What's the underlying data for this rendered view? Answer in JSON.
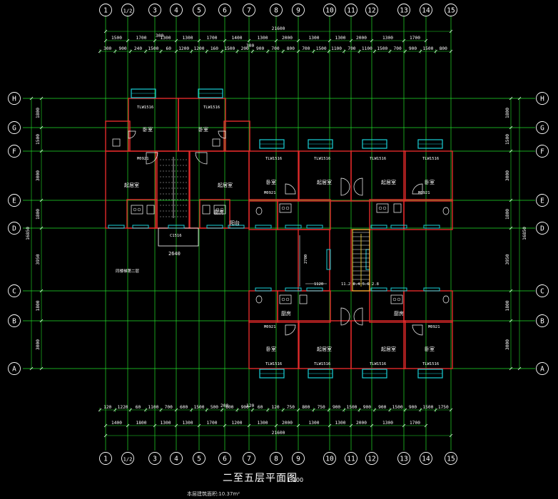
{
  "drawing": {
    "title": "二至五层平面图",
    "scale": "1:100",
    "area_note": "本层建筑面积:10.37m²"
  },
  "axes": {
    "columns": [
      "1",
      "1/2",
      "3",
      "4",
      "5",
      "6",
      "7",
      "8",
      "9",
      "10",
      "11",
      "12",
      "13",
      "14",
      "15"
    ],
    "rows": [
      "H",
      "G",
      "F",
      "E",
      "D",
      "C",
      "B",
      "A"
    ]
  },
  "dimensions": {
    "top_total": "21600",
    "top_bays": [
      "1500",
      "1700",
      "1300",
      "1300",
      "1700",
      "1400",
      "1300",
      "2000",
      "1300",
      "1300",
      "2000",
      "1300",
      "1700"
    ],
    "top_mid_labels": [
      "300",
      "300"
    ],
    "top_details": [
      "300",
      "900",
      "240",
      "1500",
      "60",
      "1200",
      "1200",
      "160",
      "1500",
      "200",
      "900",
      "700",
      "800",
      "700",
      "1500",
      "1100",
      "700",
      "1100",
      "1500",
      "700",
      "900",
      "1500",
      "800"
    ],
    "bottom_total": "21600",
    "bottom_bays": [
      "1400",
      "1800",
      "1300",
      "1300",
      "1700",
      "1200",
      "1300",
      "2000",
      "1300",
      "1300",
      "2000",
      "1300",
      "1700"
    ],
    "bottom_mid_labels": [
      "200",
      "120"
    ],
    "bottom_details": [
      "120",
      "1220",
      "60",
      "1100",
      "700",
      "600",
      "1500",
      "500",
      "600",
      "900",
      "60",
      "120",
      "750",
      "800",
      "750",
      "900",
      "1500",
      "900",
      "900",
      "1500",
      "900",
      "1500",
      "1750"
    ],
    "left_total": "16850",
    "left_segments": [
      "1800",
      "1500",
      "3000",
      "1800",
      "3950",
      "1800",
      "3000"
    ],
    "right_total": "16850",
    "right_segments": [
      "1800",
      "1500",
      "3000",
      "1800",
      "3950",
      "1800",
      "3000"
    ]
  },
  "rooms": {
    "bedroom_1": "卧室",
    "bedroom_2": "卧室",
    "bedroom_3": "卧室",
    "bedroom_4": "卧室",
    "bedroom_5": "卧室",
    "bedroom_6": "卧室",
    "living_1": "起居室",
    "living_2": "起居室",
    "living_3": "起居室",
    "living_4": "起居室",
    "living_5": "起居室",
    "living_6": "起居室",
    "kitchen_1": "厨房",
    "kitchen_2": "厨房",
    "kitchen_3": "厨房",
    "balcony": "阳台"
  },
  "annotations": {
    "stair_note": "同楼梯第二层",
    "stair_span": "2640",
    "core_dims": "2700",
    "core_width": "1120",
    "steps_note": "11.2 8.4 5.6 2.8",
    "window_tlw": "TLW1516",
    "window_c": "C1516",
    "door_m": "M0921"
  }
}
